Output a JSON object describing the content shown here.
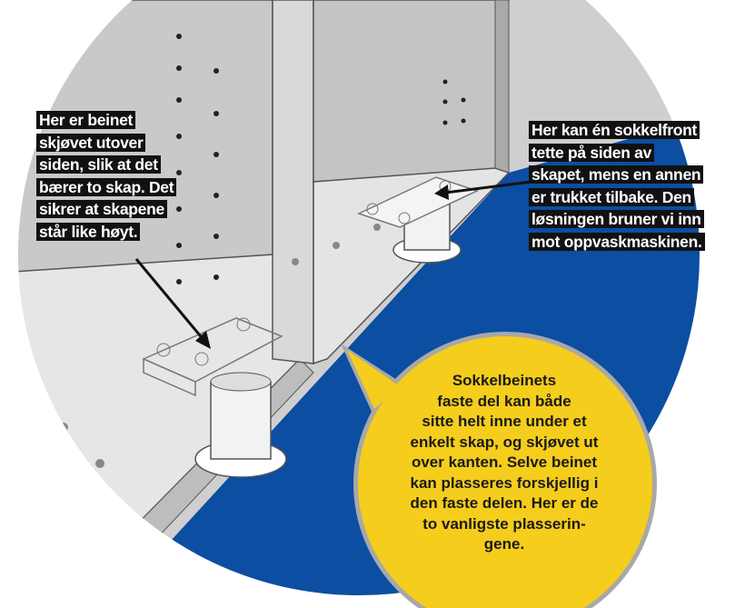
{
  "colors": {
    "floor": "#0b4ea2",
    "bubble": "#f5cd1c",
    "cabinet": "#d3d3d3",
    "label_bg": "#111111"
  },
  "labels": {
    "left": [
      "Her er beinet",
      "skjøvet utover",
      "siden, slik at det",
      "bærer to skap. Det",
      "sikrer at skapene",
      "står like høyt."
    ],
    "right": [
      "Her kan én sokkelfront",
      "tette på siden av",
      "skapet, mens en annen",
      "er trukket tilbake. Den",
      "løsningen bruner vi inn",
      "mot oppvaskmaskinen."
    ]
  },
  "bubble": [
    "Sokkelbeinets",
    "faste del kan både",
    "sitte helt inne under et",
    "enkelt skap, og skjøvet ut",
    "over kanten. Selve beinet",
    "kan plasseres forskjellig i",
    "den faste delen. Her er de",
    "to vanligste plasserin-",
    "gene."
  ]
}
